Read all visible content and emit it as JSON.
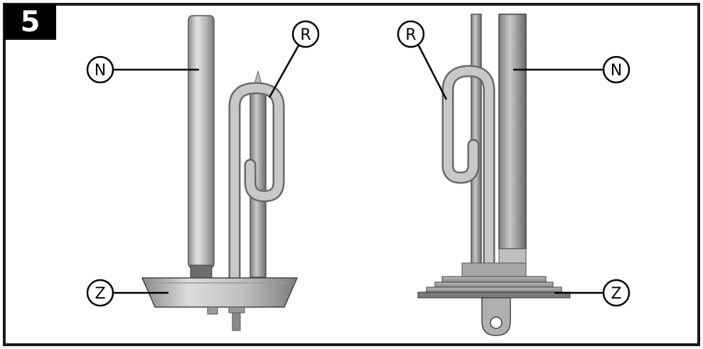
{
  "step": {
    "number": "5"
  },
  "labels": {
    "left_n": "N",
    "left_r": "R",
    "left_z": "Z",
    "right_r": "R",
    "right_n": "N",
    "right_z": "Z"
  },
  "colors": {
    "frame": "#1a1a1a",
    "badge_bg": "#000000",
    "metal_light": "#d6d6d6",
    "metal_mid": "#a9a9a9",
    "metal_dark": "#6e6e6e",
    "callout_line": "#000000"
  }
}
